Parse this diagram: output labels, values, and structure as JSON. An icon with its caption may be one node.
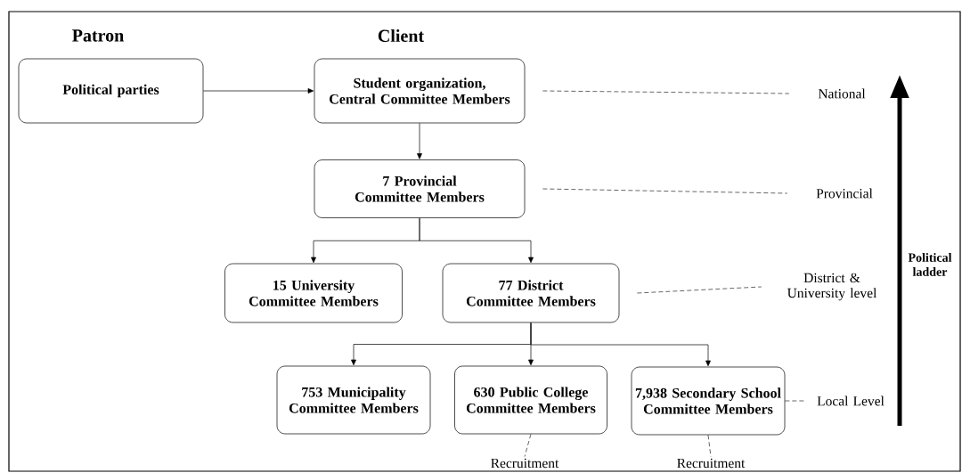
{
  "diagram": {
    "nodes": [
      {
        "text": [
          "Political parties"
        ]
      },
      {
        "text": [
          "Student organization, Central Committee Members"
        ]
      },
      {
        "text": [
          "7 Provincial Committee Members"
        ]
      },
      {
        "text": [
          "15 University Committee Members"
        ]
      },
      {
        "text": [
          "77 District Committee Members"
        ]
      },
      {
        "text": [
          "753 Municipality Committee Members"
        ]
      },
      {
        "text": [
          "630 Public College Committee Members"
        ]
      },
      {
        "text": [
          "7,938 Secondary School Committee Members"
        ]
      },
      {
        "text": [
          "National"
        ]
      },
      {
        "text": [
          "Provincial"
        ]
      },
      {
        "text": [
          "District & University level"
        ]
      },
      {
        "text": [
          "Local Level"
        ]
      },
      {
        "text": [
          "Recruitment"
        ]
      },
      {
        "text": [
          "Recruitment"
        ]
      }
    ],
    "edges": [
      {
        "from": 0,
        "to": 1,
        "arrow": "to"
      },
      {
        "from": 1,
        "to": 2,
        "arrow": "to"
      },
      {
        "from": 2,
        "to": 3,
        "arrow": "to"
      },
      {
        "from": 2,
        "to": 4,
        "arrow": "to"
      },
      {
        "from": 4,
        "to": 5,
        "arrow": "to"
      },
      {
        "from": 4,
        "to": 6,
        "arrow": "to"
      },
      {
        "from": 4,
        "to": 7,
        "arrow": "to"
      },
      {
        "from": 1,
        "to": 8,
        "arrow": "none",
        "style": "dashed"
      },
      {
        "from": 2,
        "to": 9,
        "arrow": "none",
        "style": "dashed"
      },
      {
        "from": 4,
        "to": 10,
        "arrow": "none",
        "style": "dashed"
      },
      {
        "from": 7,
        "to": 11,
        "arrow": "none",
        "style": "dashed"
      },
      {
        "from": 6,
        "to": 12,
        "arrow": "none",
        "style": "dashed"
      },
      {
        "from": 7,
        "to": 13,
        "arrow": "none",
        "style": "dashed"
      }
    ],
    "labels": [
      "Patron",
      "Client",
      "Political ladder"
    ]
  }
}
